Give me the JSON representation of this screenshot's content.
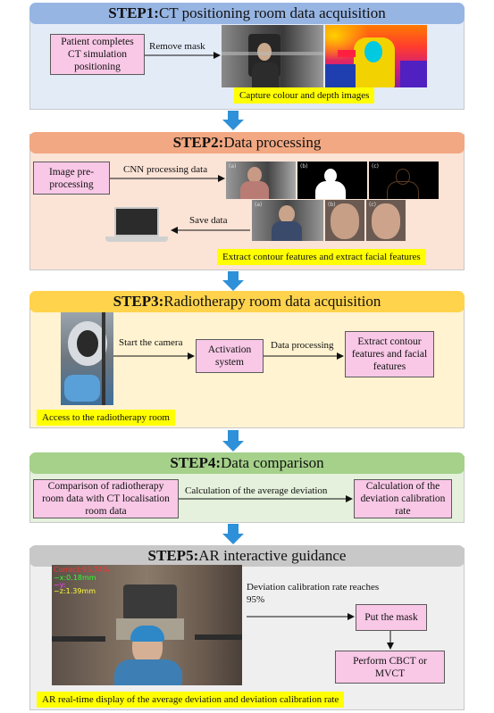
{
  "step1": {
    "title_bold": "STEP1:",
    "title_rest": "CT positioning room data acquisition",
    "box": "Patient completes CT simulation positioning",
    "arrow_label": "Remove mask",
    "caption": "Capture colour and depth images"
  },
  "step2": {
    "title_bold": "STEP2:",
    "title_rest": "Data processing",
    "box": "Image pre-processing",
    "arrow_label": "CNN processing data",
    "save_label": "Save data",
    "caption": "Extract contour features and extract facial features",
    "top_labels": [
      "(a)",
      "(b)",
      "(c)"
    ],
    "bottom_labels": [
      "(a)",
      "(b)",
      "(c)"
    ]
  },
  "step3": {
    "title_bold": "STEP3:",
    "title_rest": "Radiotherapy room data acquisition",
    "arrow1_label": "Start the camera",
    "box_activation": "Activation system",
    "arrow2_label": "Data processing",
    "box_extract": "Extract contour features and  facial features",
    "caption": "Access to the radiotherapy room"
  },
  "step4": {
    "title_bold": "STEP4:",
    "title_rest": "Data comparison",
    "box_left": "Comparison of radiotherapy room data with CT localisation room data",
    "arrow_label": "Calculation of the average deviation",
    "box_right": "Calculation of the deviation calibration rate"
  },
  "step5": {
    "title_bold": "STEP5:",
    "title_rest": "AR interactive guidance",
    "overlay_line1": "Correct:93.74%",
    "overlay_line2": "~x:0.18mm",
    "overlay_line3": "~y:",
    "overlay_line4": "~z:1.39mm",
    "rate_label": "Deviation calibration rate reaches 95%",
    "box_mask": "Put the mask",
    "box_cbct": "Perform CBCT or MVCT",
    "caption": "AR real-time display of the average deviation and deviation calibration rate"
  },
  "colors": {
    "step1_header": "#97b5e3",
    "step1_bg": "#e3ebf7",
    "step2_header": "#f2a882",
    "step2_bg": "#fbe3d6",
    "step3_header": "#ffd34c",
    "step3_bg": "#fff3d1",
    "step4_header": "#a5d18a",
    "step4_bg": "#e5f1dc",
    "step5_header": "#c8c8c8",
    "step5_bg": "#efefef",
    "pink_box": "#f8c8e6",
    "caption_yellow": "#ffff00",
    "down_arrow": "#2e90d8"
  }
}
